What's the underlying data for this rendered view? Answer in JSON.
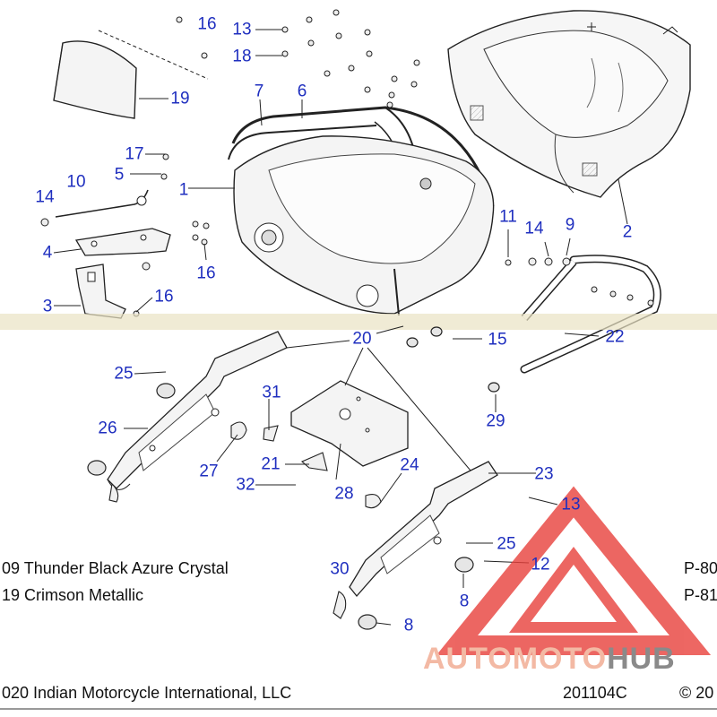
{
  "callouts": [
    "16",
    "13",
    "18",
    "19",
    "7",
    "6",
    "1",
    "2",
    "17",
    "5",
    "10",
    "14",
    "4",
    "16",
    "3",
    "16",
    "11",
    "14",
    "9",
    "22",
    "20",
    "15",
    "25",
    "31",
    "26",
    "27",
    "21",
    "32",
    "28",
    "24",
    "23",
    "29",
    "13",
    "25",
    "12",
    "30",
    "8",
    "8"
  ],
  "legend": {
    "lines": [
      "09 Thunder Black Azure Crystal",
      "19 Crimson Metallic"
    ],
    "codes": [
      "P-80",
      "P-81"
    ]
  },
  "footer": {
    "copyright": "020 Indian Motorcycle International, LLC",
    "drawing_number": "201104C",
    "copyright_right": "© 20"
  },
  "watermark": {
    "part1": "AUTOMOTO",
    "part2": "HUB",
    "colors": {
      "part1": "#f3b9a4",
      "part2": "#8a8a8a",
      "logo": "#e8413c"
    }
  },
  "colors": {
    "callout": "#1f2fbf",
    "line": "#222222",
    "part_fill": "#f4f4f4"
  }
}
